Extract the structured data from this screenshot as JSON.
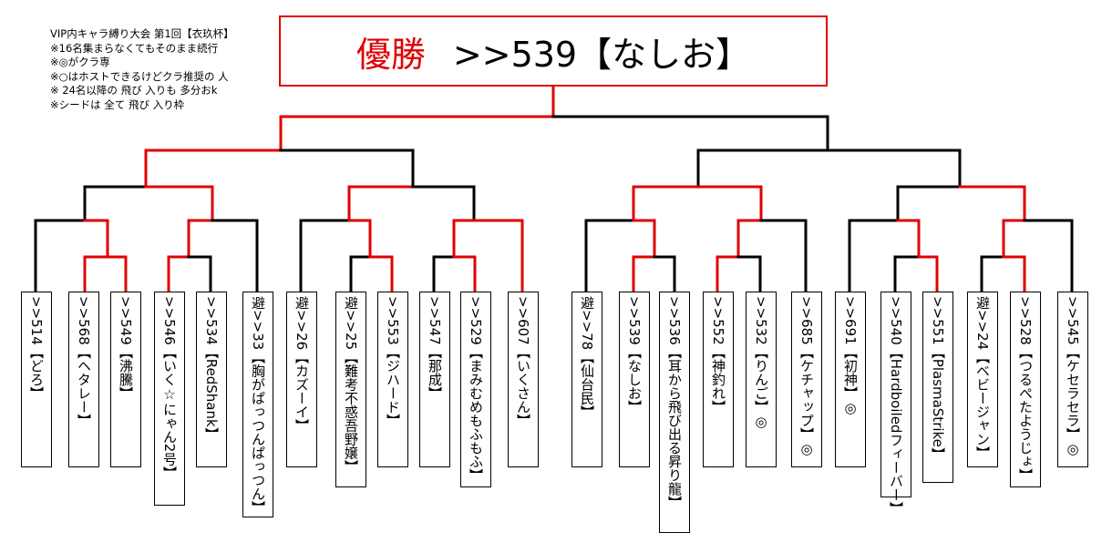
{
  "notes": [
    "VIP内キャラ縛り大会 第1回【衣玖杯】",
    "※16名集まらなくてもそのまま続行",
    "※◎がクラ専",
    "※○はホストできるけどクラ推奨の 人",
    "※ 24名以降の 飛び 入りも 多分おk",
    "※シードは 全て 飛び 入り枠"
  ],
  "winner": {
    "label": "優勝",
    "name": ">>539【なしお】"
  },
  "colors": {
    "winner_path": "#e00000",
    "other_path": "#000000"
  },
  "entries": [
    ">>514【どろ】",
    ">>568【ヘタレー】",
    ">>549【沸騰】",
    ">>546【いく☆にゃん2号】",
    ">>534【RedShank】",
    "避>>33【胸がぱっつんぱっつん】",
    "避>>26【カズーイ】",
    "避>>25【難考不惑吾野嬢】",
    ">>553【ジハード】",
    ">>547【那成】",
    ">>529【まみむめもふもふ】",
    ">>607【いくさん】",
    "避>>78【仙台民】",
    ">>539【なしお】",
    ">>536【耳から飛び出る昇り龍】",
    ">>552【神釣れ】",
    ">>532【りんご】◎",
    ">>685【ケチャップ】◎",
    ">>691【初神】◎",
    ">>540【Hardboiledフィーバー】",
    ">>551【PlasmaStrike】",
    "避>>24【ベビージャン】",
    ">>528【つるぺたようじょ】",
    ">>545【ケセラセラ】◎"
  ]
}
